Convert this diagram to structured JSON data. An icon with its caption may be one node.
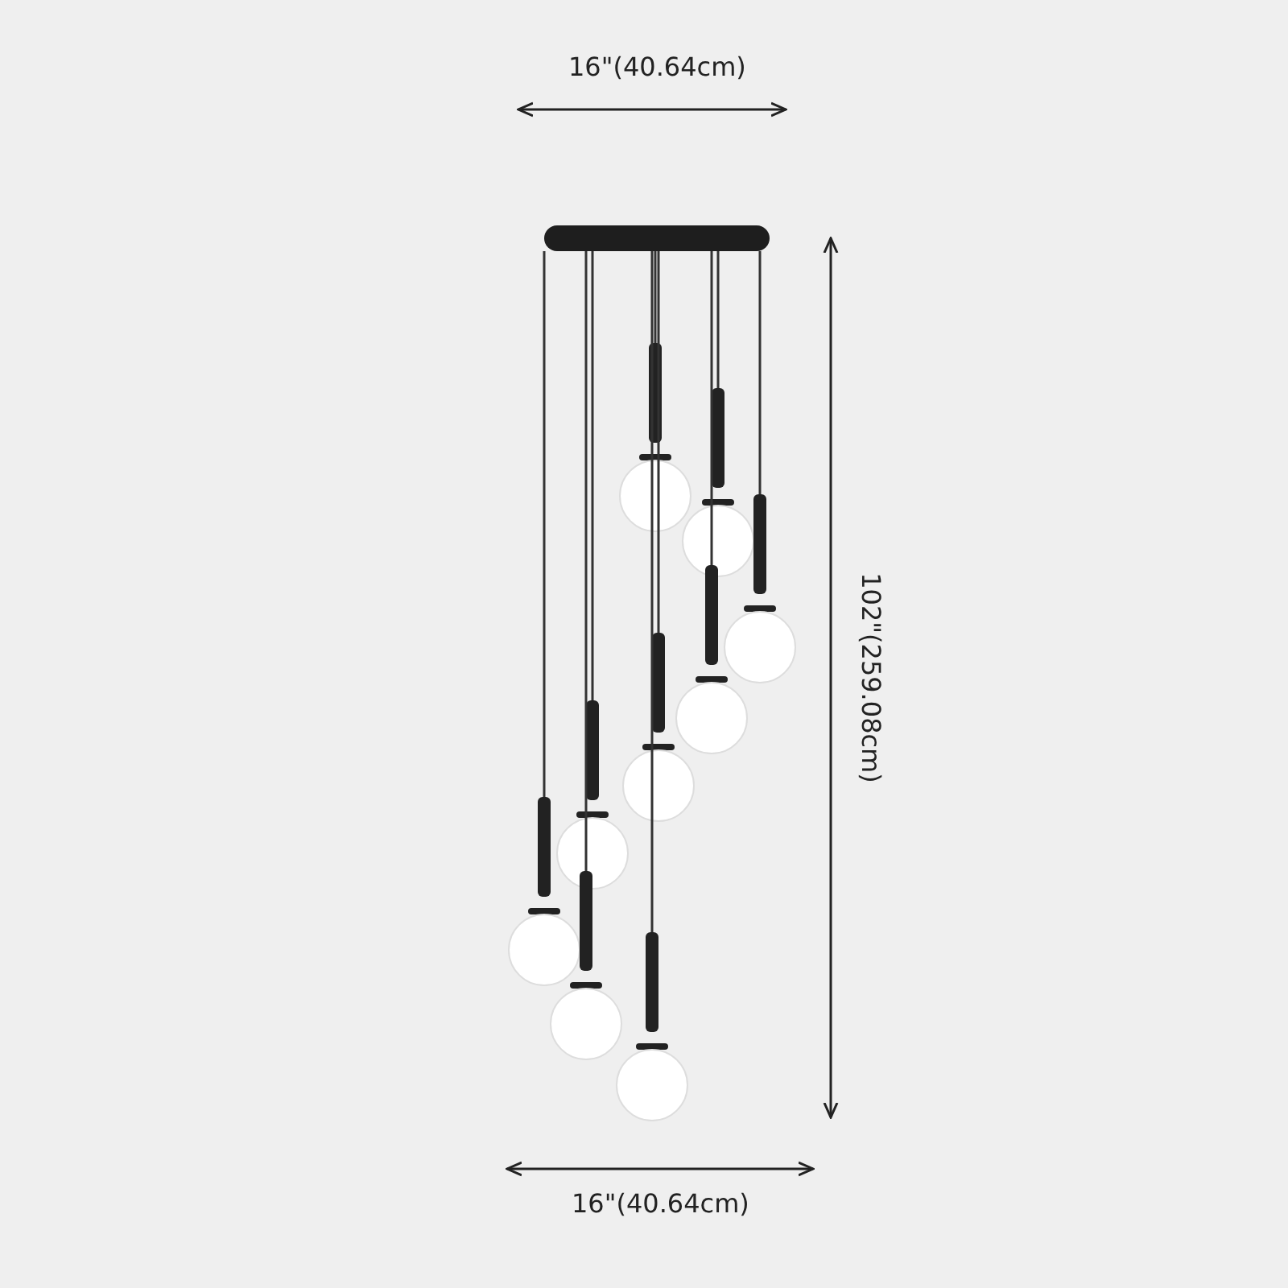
{
  "diagram": {
    "labels": [
      "16\"(40.64cm)",
      "102\"(259.08cm)",
      "16\"(40.64cm)"
    ]
  }
}
